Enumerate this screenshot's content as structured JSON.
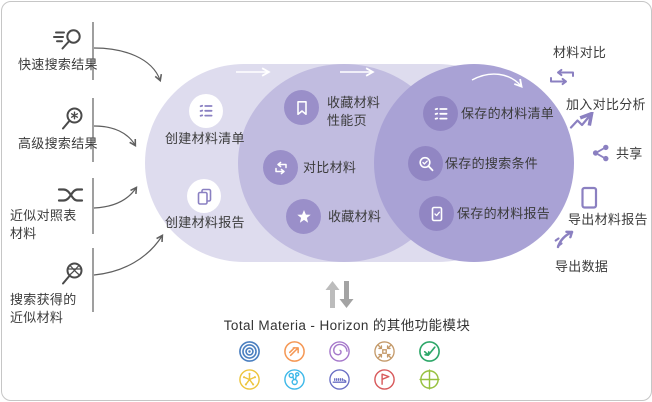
{
  "left_inputs": [
    {
      "label": "快速搜索结果",
      "icon": "quick-search-icon"
    },
    {
      "label": "高级搜索结果",
      "icon": "advanced-search-icon"
    },
    {
      "label": "近似对照表材料",
      "icon": "crossover-icon"
    },
    {
      "label": "搜索获得的近似材料",
      "icon": "similar-search-icon"
    }
  ],
  "venn": {
    "create_group": [
      {
        "label": "创建材料清单",
        "icon": "list-icon"
      },
      {
        "label": "创建材料报告",
        "icon": "report-icon"
      }
    ],
    "collect_group": [
      {
        "label": "收藏材料性能页",
        "icon": "bookmark-icon"
      },
      {
        "label": "对比材料",
        "icon": "compare-icon"
      },
      {
        "label": "收藏材料",
        "icon": "star-icon"
      }
    ],
    "saved_group": [
      {
        "label": "保存的材料清单",
        "icon": "saved-list-icon"
      },
      {
        "label": "保存的搜索条件",
        "icon": "saved-search-icon"
      },
      {
        "label": "保存的材料报告",
        "icon": "saved-report-icon"
      }
    ]
  },
  "right_outputs": [
    {
      "label": "材料对比",
      "icon": "compare-arrows-icon"
    },
    {
      "label": "加入对比分析",
      "icon": "trend-line-icon"
    },
    {
      "label": "共享",
      "icon": "share-icon"
    },
    {
      "label": "导出材料报告",
      "icon": "document-icon"
    },
    {
      "label": "导出数据",
      "icon": "export-launch-icon"
    }
  ],
  "footer": {
    "caption": "Total Materia - Horizon 的其他功能模块",
    "modules": [
      {
        "icon": "ripple-icon",
        "color": "#4a7fc0"
      },
      {
        "icon": "arrow-icon",
        "color": "#f59855"
      },
      {
        "icon": "spiral-icon",
        "color": "#a679cb"
      },
      {
        "icon": "compress-icon",
        "color": "#c49a6a"
      },
      {
        "icon": "check-icon",
        "color": "#2ea769"
      },
      {
        "icon": "hub-icon",
        "color": "#edc53e"
      },
      {
        "icon": "molecule-icon",
        "color": "#3fb9e9"
      },
      {
        "icon": "gauge-icon",
        "color": "#6a6fc4"
      },
      {
        "icon": "flag-icon",
        "color": "#d85a5c"
      },
      {
        "icon": "plus-icon",
        "color": "#97c13f"
      }
    ]
  },
  "colors": {
    "outer_ellipse": "#dedcee",
    "middle_ellipse": "#c1bce0",
    "right_circle": "#a9a2d5",
    "mid_badge": "#9a8fc9",
    "right_badge": "#9186c3",
    "accent_purple": "#8b80c1",
    "text": "#3b3b3b",
    "arrow_gray": "#5f5f5f"
  }
}
